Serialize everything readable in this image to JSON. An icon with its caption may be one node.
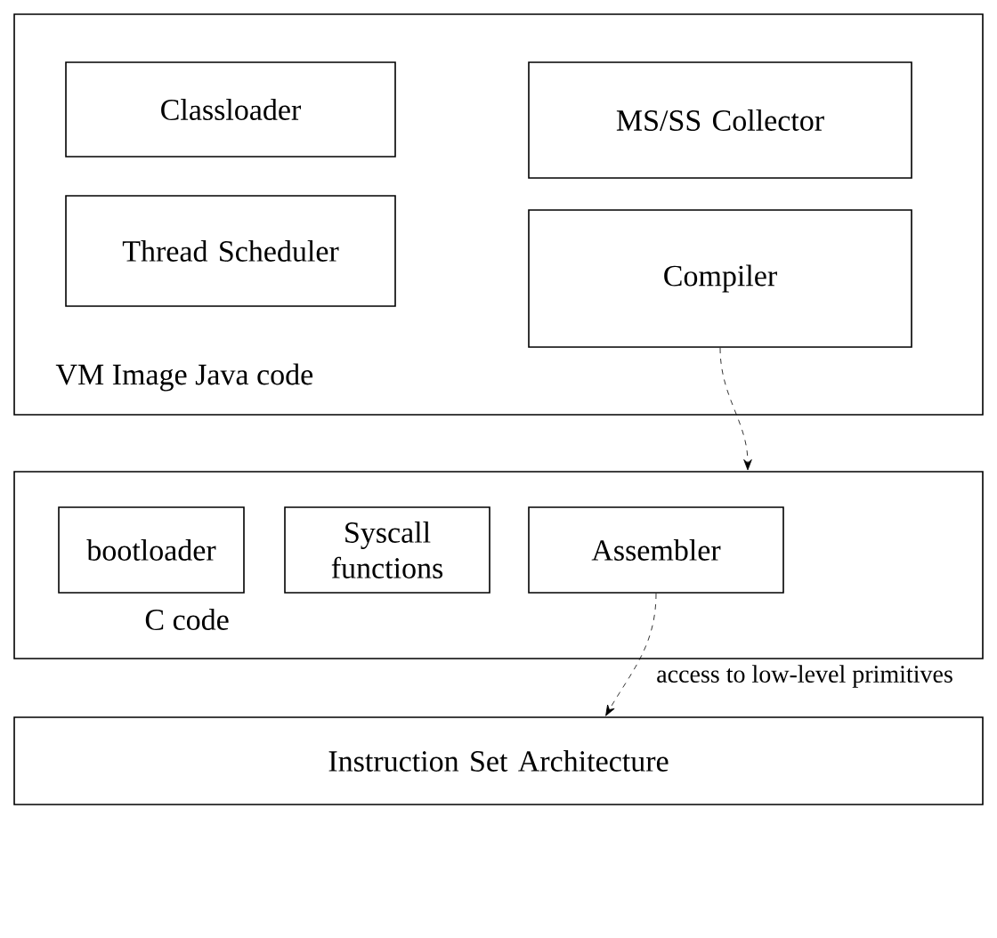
{
  "diagram": {
    "nodes": [
      {
        "text": [
          "VM Image  Java code"
        ]
      },
      {
        "text": [
          "Classloader"
        ],
        "in": 0
      },
      {
        "text": [
          "MS/SS Collector"
        ],
        "in": 0
      },
      {
        "text": [
          "Thread Scheduler"
        ],
        "in": 0
      },
      {
        "text": [
          "Compiler"
        ],
        "in": 0
      },
      {
        "text": [
          "C code"
        ]
      },
      {
        "text": [
          "bootloader"
        ],
        "in": 5
      },
      {
        "text": [
          "Syscall functions"
        ],
        "in": 5
      },
      {
        "text": [
          "Assembler"
        ],
        "in": 5
      },
      {
        "text": [
          "Instruction Set Architecture"
        ]
      }
    ],
    "edges": [
      {
        "from": 4,
        "to": 5,
        "arrow": "to",
        "style": "dashed"
      },
      {
        "from": 8,
        "to": 9,
        "arrow": "to",
        "style": "dashed",
        "label": "access to low-level primitives"
      }
    ]
  }
}
